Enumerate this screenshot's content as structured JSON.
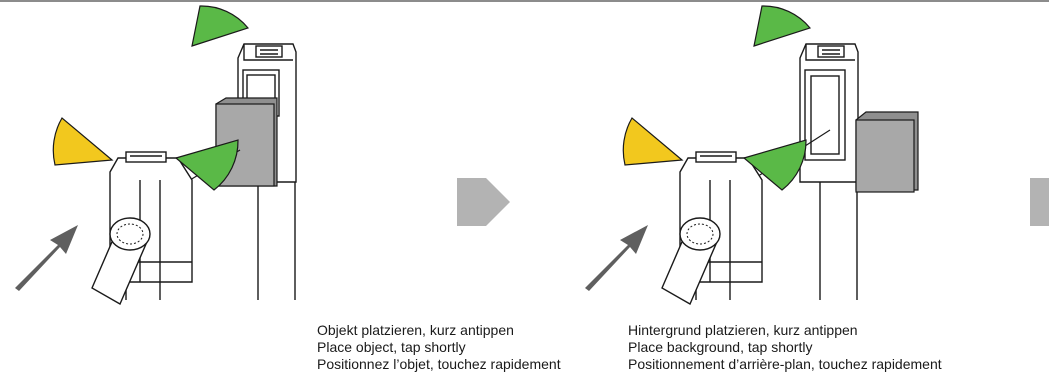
{
  "colors": {
    "green": "#5ab947",
    "yellow": "#f2c81e",
    "object_gray": "#a8a8a8",
    "arrow_gray": "#5f5f5f",
    "step_arrow": "#b3b3b3",
    "outline": "#1a1a1a"
  },
  "steps": [
    {
      "caption": {
        "de": "Objekt platzieren, kurz antippen",
        "en": "Place object, tap shortly",
        "fr": "Positionnez l’objet, touchez rapidement"
      }
    },
    {
      "caption": {
        "de": "Hintergrund platzieren, kurz antippen",
        "en": "Place background, tap shortly",
        "fr": "Positionnement d’arrière-plan, touchez rapidement"
      }
    }
  ],
  "icons": {
    "beam": "green-beam-icon",
    "indicator": "yellow-indicator-icon",
    "step": "next-step-arrow-icon",
    "motion": "motion-arrow-icon"
  }
}
